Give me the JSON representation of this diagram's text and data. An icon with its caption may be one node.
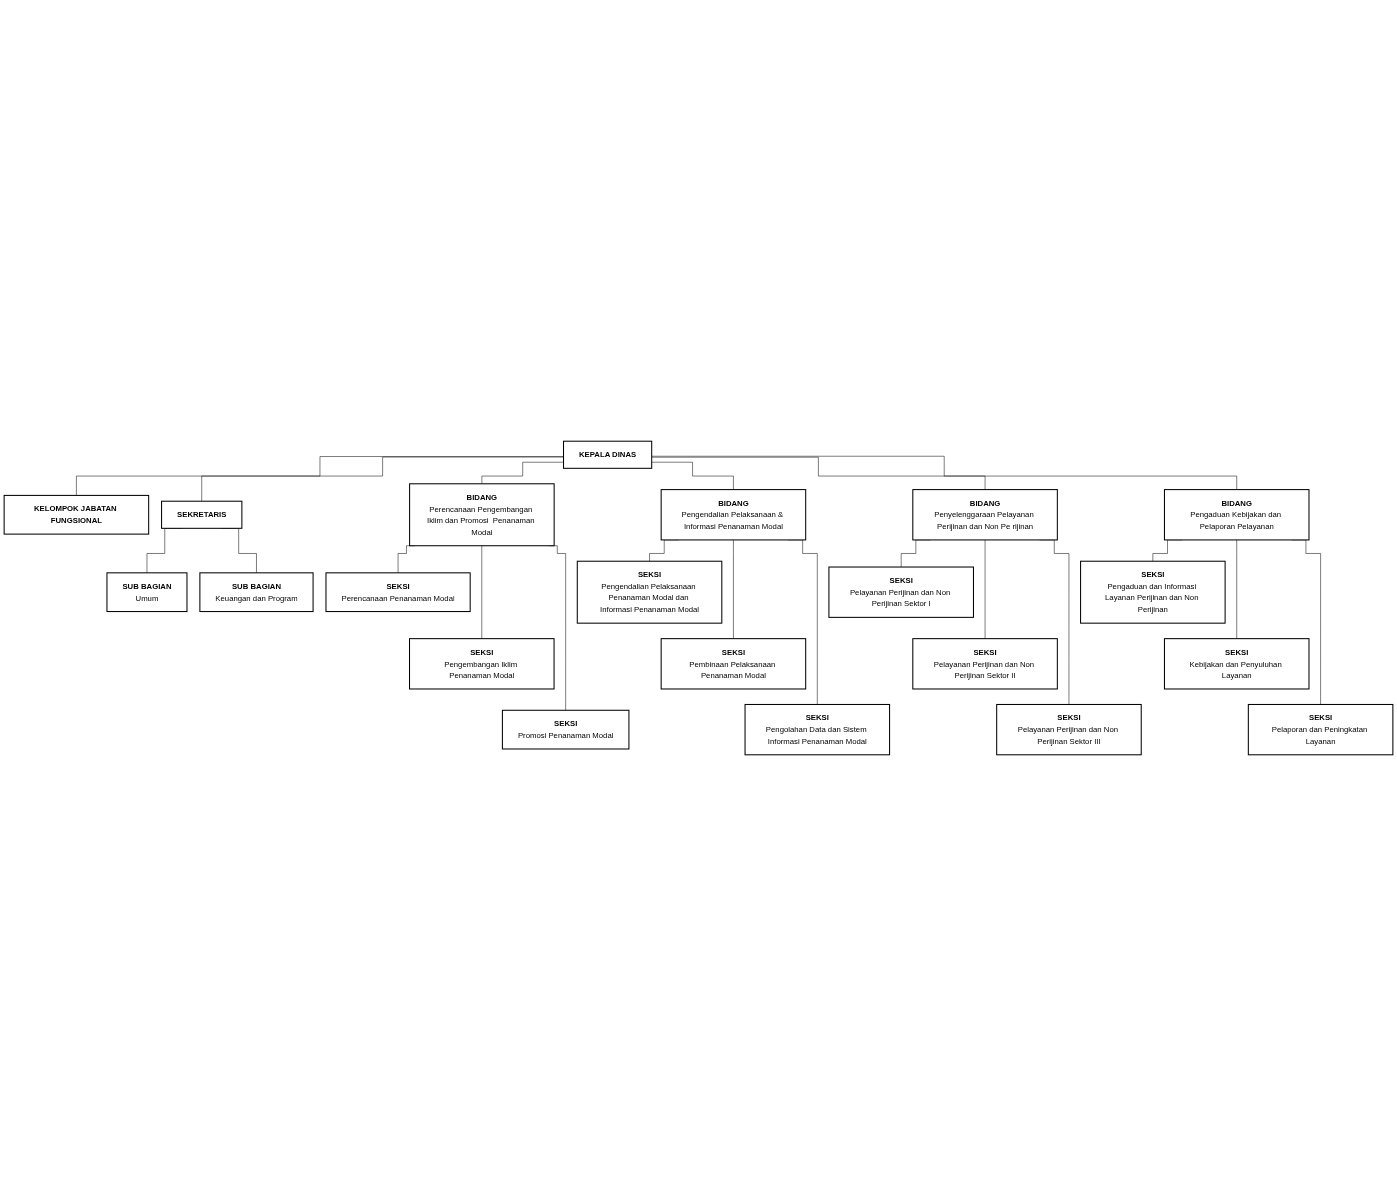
{
  "diagram": {
    "nodes": [
      {
        "text": [
          "KEPALA DINAS"
        ]
      },
      {
        "text": [
          "KELOMPOK JABATAN FUNGSIONAL"
        ]
      },
      {
        "text": [
          "SEKRETARIS"
        ]
      },
      {
        "text": [
          "SUB BAGIAN",
          "Umum"
        ]
      },
      {
        "text": [
          "SUB BAGIAN",
          "Keuangan dan Program"
        ]
      },
      {
        "text": [
          "BIDANG",
          "Perencanaan Pengembangan Iklim dan Promosi  Penanaman Modal"
        ]
      },
      {
        "text": [
          "BIDANG",
          "Pengendalian Pelaksanaan & Informasi Penanaman Modal"
        ]
      },
      {
        "text": [
          "BIDANG",
          "Penyelenggaraan Pelayanan Perijinan dan Non Pe rijinan"
        ]
      },
      {
        "text": [
          "BIDANG",
          "Pengaduan Kebijakan dan Pelaporan Pelayanan"
        ]
      },
      {
        "text": [
          "SEKSI",
          "Perencanaan Penanaman Modal"
        ]
      },
      {
        "text": [
          "SEKSI",
          "Pengembangan Iklim Penanaman Modal"
        ]
      },
      {
        "text": [
          "SEKSI",
          "Promosi Penanaman Modal"
        ]
      },
      {
        "text": [
          "SEKSI",
          "Pengendalian Pelaksanaan Penanaman Modal dan Informasi Penanaman Modal"
        ]
      },
      {
        "text": [
          "SEKSI",
          "Pembinaan Pelaksanaan Penanaman Modal"
        ]
      },
      {
        "text": [
          "SEKSI",
          "Pengolahan Data dan Sistem Informasi Penanaman Modal"
        ]
      },
      {
        "text": [
          "SEKSI",
          "Pelayanan Perijinan dan Non Perijinan Sektor I"
        ]
      },
      {
        "text": [
          "SEKSI",
          "Pelayanan Perijinan dan Non Perijinan Sektor II"
        ]
      },
      {
        "text": [
          "SEKSI",
          "Pelayanan Perijinan dan Non Perijinan Sektor III"
        ]
      },
      {
        "text": [
          "SEKSI",
          "Pengaduan dan Informasi Layanan Perijinan dan Non Perijinan"
        ]
      },
      {
        "text": [
          "SEKSI",
          "Kebijakan dan Penyuluhan Layanan"
        ]
      },
      {
        "text": [
          "SEKSI",
          "Pelaporan dan Peningkatan Layanan"
        ]
      }
    ],
    "edges": [
      {
        "from": 0,
        "to": 1,
        "arrow": "none"
      },
      {
        "from": 0,
        "to": 2,
        "arrow": "none"
      },
      {
        "from": 2,
        "to": 3,
        "arrow": "none"
      },
      {
        "from": 2,
        "to": 4,
        "arrow": "none"
      },
      {
        "from": 0,
        "to": 5,
        "arrow": "none"
      },
      {
        "from": 0,
        "to": 6,
        "arrow": "none"
      },
      {
        "from": 0,
        "to": 7,
        "arrow": "none"
      },
      {
        "from": 0,
        "to": 8,
        "arrow": "none"
      },
      {
        "from": 5,
        "to": 9,
        "arrow": "none"
      },
      {
        "from": 5,
        "to": 10,
        "arrow": "none"
      },
      {
        "from": 5,
        "to": 11,
        "arrow": "none"
      },
      {
        "from": 6,
        "to": 12,
        "arrow": "none"
      },
      {
        "from": 6,
        "to": 13,
        "arrow": "none"
      },
      {
        "from": 6,
        "to": 14,
        "arrow": "none"
      },
      {
        "from": 7,
        "to": 15,
        "arrow": "none"
      },
      {
        "from": 7,
        "to": 16,
        "arrow": "none"
      },
      {
        "from": 7,
        "to": 17,
        "arrow": "none"
      },
      {
        "from": 8,
        "to": 18,
        "arrow": "none"
      },
      {
        "from": 8,
        "to": 19,
        "arrow": "none"
      },
      {
        "from": 8,
        "to": 20,
        "arrow": "none"
      }
    ]
  }
}
